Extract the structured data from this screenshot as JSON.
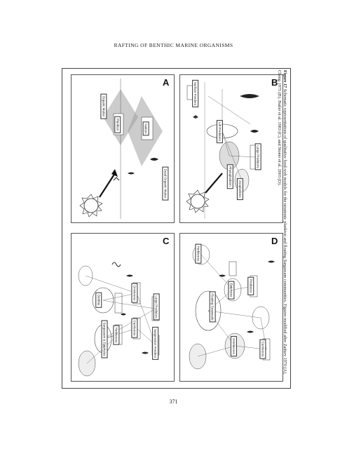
{
  "running_head": "RAFTING OF BENTHIC MARINE ORGANISMS",
  "page_number": "371",
  "panels": {
    "A": {
      "letter": "A",
      "labels": [
        "Organic Matter",
        "Plankton",
        "Nekton",
        "Dead Organic Matter"
      ]
    },
    "B": {
      "letter": "B",
      "labels": [
        "Lift Predators",
        "Large Predators",
        "Phytoplankton",
        "Zooplankton",
        "Surface Feeders"
      ]
    },
    "C": {
      "letter": "C",
      "labels": [
        "Sargassum & Epiphytes",
        "Herbivores",
        "Detritus",
        "Carnivores",
        "Omnivores",
        "Suspension Feeders",
        "Large Predators"
      ]
    },
    "D": {
      "letter": "D",
      "labels": [
        "Floating Seaweeds",
        "Epiphytes",
        "Herbivores",
        "Carnivores",
        "Detritivores",
        "Predators"
      ]
    }
  },
  "caption": {
    "label": "Figure 17",
    "text": "Schematic representations of qualitative food-web models for the neustonic plankton and floating Sargassum communities. Figures modified after Zaitsev 1970 (A), Cheng 1975 (B), Butler et al. 1983 (C), and Stoner et al. 2003 (D)."
  }
}
